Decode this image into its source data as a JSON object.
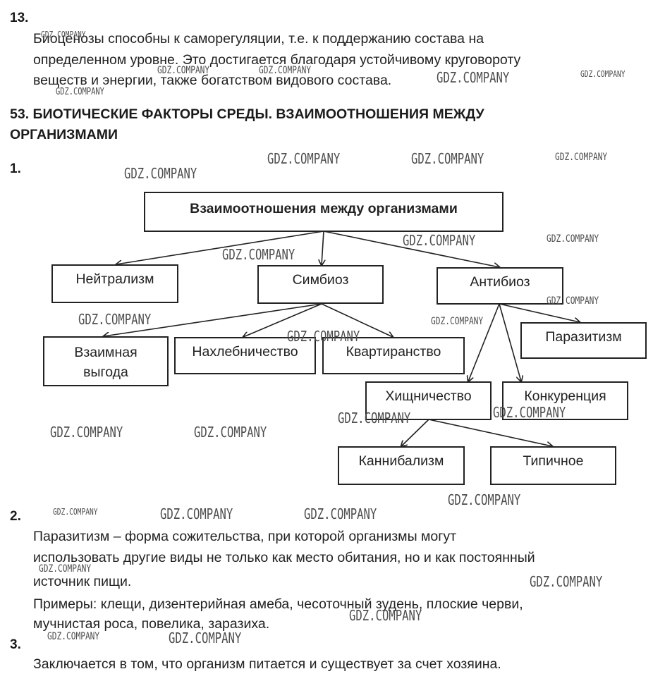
{
  "section13": {
    "number": "13.",
    "lines": [
      "Биоценозы способны к саморегуляции, т.е. к поддержанию состава на",
      "определенном уровне. Это достигается благодаря устойчивому круговороту",
      "веществ и энергии, также богатством видового состава."
    ]
  },
  "heading": {
    "line1": "53. БИОТИЧЕСКИЕ ФАКТОРЫ СРЕДЫ. ВЗАИМООТНОШЕНИЯ МЕЖДУ",
    "line2": "ОРГАНИЗМАМИ"
  },
  "task1": {
    "number": "1.",
    "diagram": {
      "root": "Взаимоотношения между организмами",
      "neutralism": "Нейтрализм",
      "symbiosis": "Симбиоз",
      "antibiosis": "Антибиоз",
      "mutual_benefit": "Взаимная выгода",
      "commensalism": "Нахлебничество",
      "inquilinism": "Квартиранство",
      "parasitism": "Паразитизм",
      "predation": "Хищничество",
      "competition": "Конкуренция",
      "cannibalism": "Каннибализм",
      "typical": "Типичное"
    }
  },
  "task2": {
    "number": "2.",
    "lines": [
      "Паразитизм – форма сожительства, при которой организмы могут",
      "использовать другие виды не только как место обитания, но и как постоянный",
      "источник пищи.",
      "Примеры: клещи, дизентерийная амеба, чесоточный зудень, плоские черви,",
      "мучнистая роса, повелика, заразиха."
    ]
  },
  "task3": {
    "number": "3.",
    "line": "Заключается в том, что организм питается и существует за счет хозяина."
  },
  "watermark": "GDZ.COMPANY",
  "colors": {
    "text": "#222222",
    "watermark": "#4d4d4d",
    "border": "#222222"
  }
}
